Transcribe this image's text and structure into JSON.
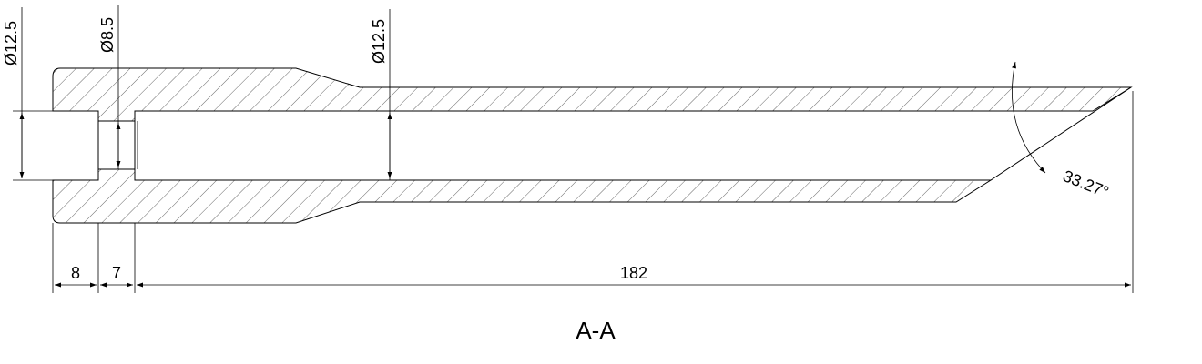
{
  "drawing": {
    "section_label": "A-A",
    "dimensions": {
      "outer_diameter_left": "Ø12.5",
      "inner_diameter_small": "Ø8.5",
      "inner_diameter_bore": "Ø12.5",
      "length_1": "8",
      "length_2": "7",
      "length_3": "182",
      "tip_angle": "33.27°"
    }
  }
}
